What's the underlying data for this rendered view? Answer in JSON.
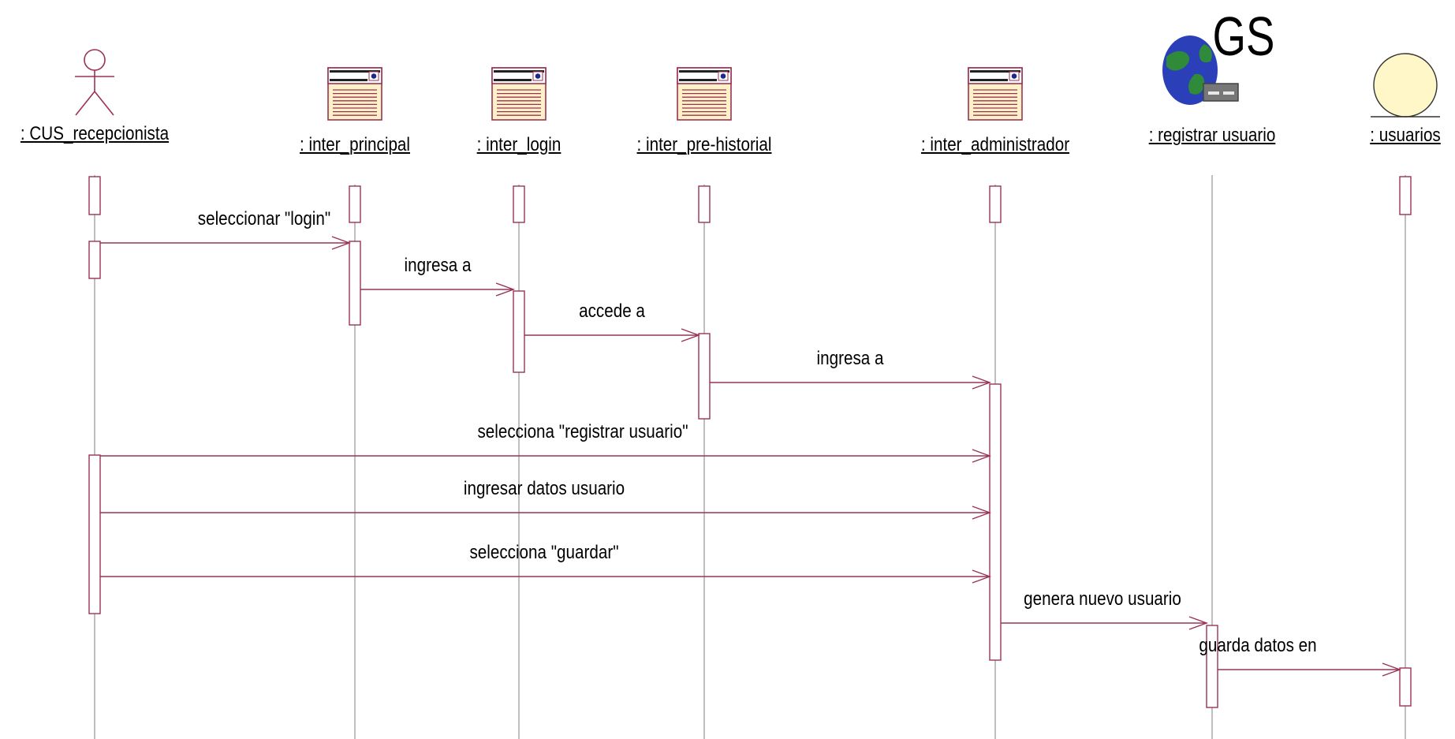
{
  "colors": {
    "line": "#993355",
    "lifeline": "#8a8a8a",
    "box_fill": "#ffffff",
    "window_fill": "#fff1c7",
    "actor_stroke": "#993355",
    "entity_fill": "#fff7c8",
    "globe_blue": "#2b3fb8",
    "globe_green": "#2f8a3a",
    "text": "#000000"
  },
  "lifelines": [
    {
      "id": "recepcionista",
      "label": ": CUS_recepcionista",
      "icon": "actor-icon"
    },
    {
      "id": "principal",
      "label": ": inter_principal",
      "icon": "boundary-window-icon"
    },
    {
      "id": "login",
      "label": ": inter_login",
      "icon": "boundary-window-icon"
    },
    {
      "id": "prehistorial",
      "label": ": inter_pre-historial",
      "icon": "boundary-window-icon"
    },
    {
      "id": "administrador",
      "label": ": inter_administrador",
      "icon": "boundary-window-icon"
    },
    {
      "id": "registrar",
      "label": ": registrar usuario",
      "icon": "globe-control-icon",
      "icon_text": "GS"
    },
    {
      "id": "usuarios",
      "label": ": usuarios",
      "icon": "entity-icon"
    }
  ],
  "messages": [
    {
      "from": "recepcionista",
      "to": "principal",
      "label": "seleccionar \"login\""
    },
    {
      "from": "principal",
      "to": "login",
      "label": "ingresa a"
    },
    {
      "from": "login",
      "to": "prehistorial",
      "label": "accede a"
    },
    {
      "from": "prehistorial",
      "to": "administrador",
      "label": "ingresa a"
    },
    {
      "from": "recepcionista",
      "to": "administrador",
      "label": "selecciona \"registrar usuario\""
    },
    {
      "from": "recepcionista",
      "to": "administrador",
      "label": "ingresar datos usuario"
    },
    {
      "from": "recepcionista",
      "to": "administrador",
      "label": "selecciona \"guardar\""
    },
    {
      "from": "administrador",
      "to": "registrar",
      "label": "genera nuevo usuario"
    },
    {
      "from": "registrar",
      "to": "usuarios",
      "label": "guarda datos en"
    }
  ]
}
